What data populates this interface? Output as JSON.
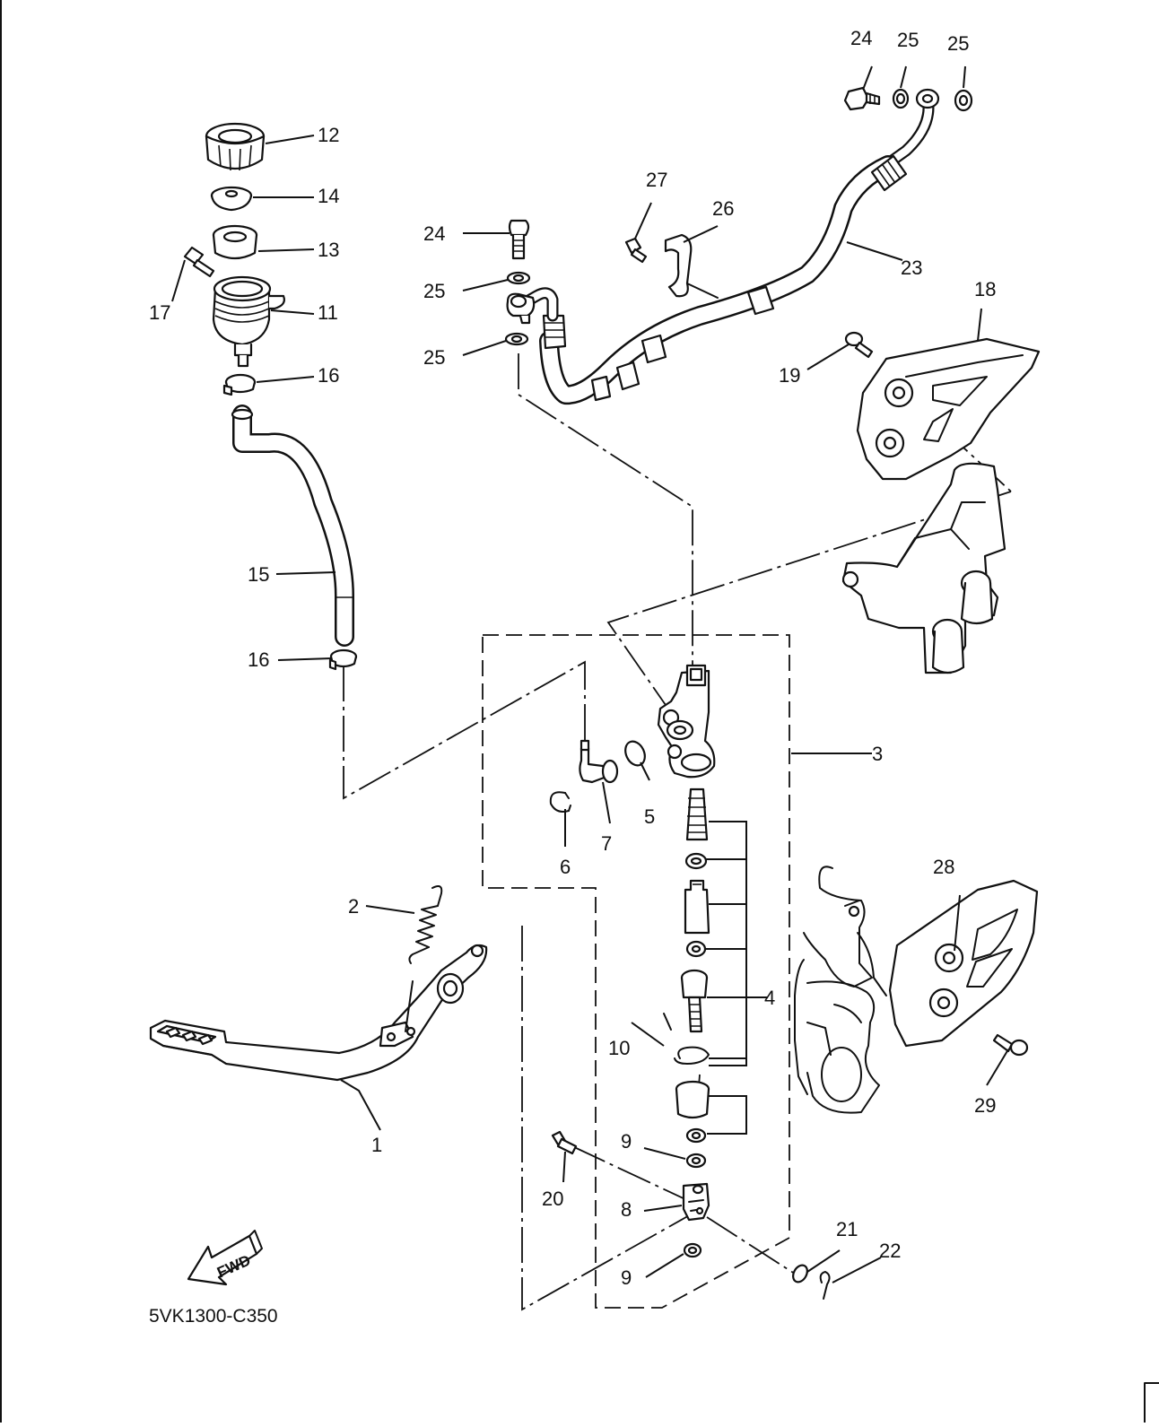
{
  "diagram": {
    "code": "5VK1300-C350",
    "fwd_label": "FWD",
    "callouts": {
      "p1": "1",
      "p2": "2",
      "p3": "3",
      "p4": "4",
      "p5": "5",
      "p6": "6",
      "p7": "7",
      "p8": "8",
      "p9a": "9",
      "p9b": "9",
      "p10": "10",
      "p11": "11",
      "p12": "12",
      "p13": "13",
      "p14": "14",
      "p15": "15",
      "p16a": "16",
      "p16b": "16",
      "p17": "17",
      "p18": "18",
      "p19": "19",
      "p20": "20",
      "p21": "21",
      "p22": "22",
      "p23": "23",
      "p24a": "24",
      "p24b": "24",
      "p25a": "25",
      "p25b": "25",
      "p25c": "25",
      "p25d": "25",
      "p26": "26",
      "p27": "27",
      "p28": "28",
      "p29": "29"
    }
  }
}
